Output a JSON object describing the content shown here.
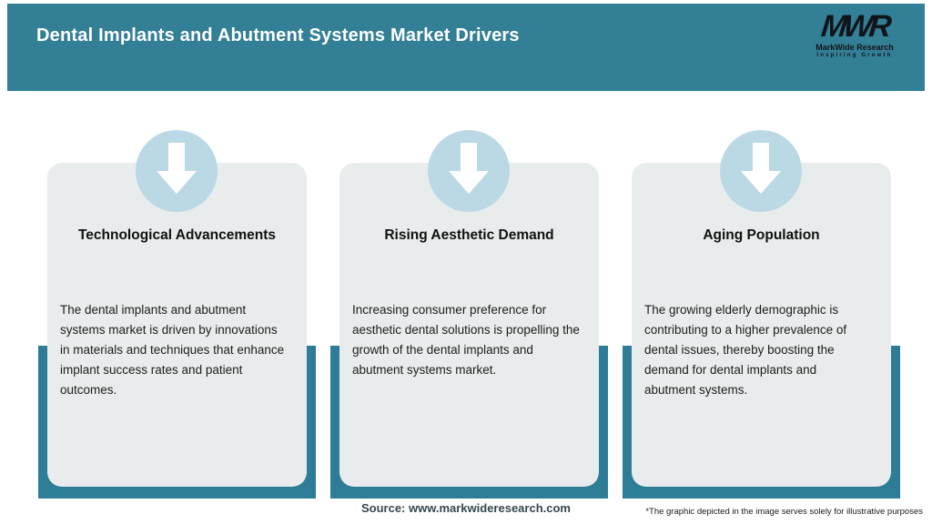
{
  "header": {
    "title": "Dental Implants and Abutment Systems Market Drivers",
    "logo": {
      "monogram": "MWR",
      "name": "MarkWide Research",
      "tagline": "Inspiring Growth"
    }
  },
  "cards": [
    {
      "icon": "arrow-down-icon",
      "title": "Technological Advancements",
      "description": "The dental implants and abutment\nsystems market is driven by innovations\nin materials and techniques that enhance\nimplant success rates and patient\noutcomes."
    },
    {
      "icon": "arrow-down-icon",
      "title": "Rising Aesthetic Demand",
      "description": "Increasing consumer preference for\naesthetic dental solutions is propelling the\ngrowth of the dental implants and\nabutment systems market."
    },
    {
      "icon": "arrow-down-icon",
      "title": "Aging Population",
      "description": "The growing elderly demographic is\ncontributing to a higher prevalence of\ndental issues, thereby boosting the\ndemand for dental implants and\nabutment systems."
    }
  ],
  "footer": {
    "source": "Source: www.markwideresearch.com",
    "disclaimer": "*The graphic depicted in the image serves solely for illustrative purposes"
  },
  "colors": {
    "teal_header": "#337F96",
    "teal_accent": "#2E7D97",
    "icon_circle_blue": "#BBD9E5",
    "card_background": "#E9ECEC"
  }
}
